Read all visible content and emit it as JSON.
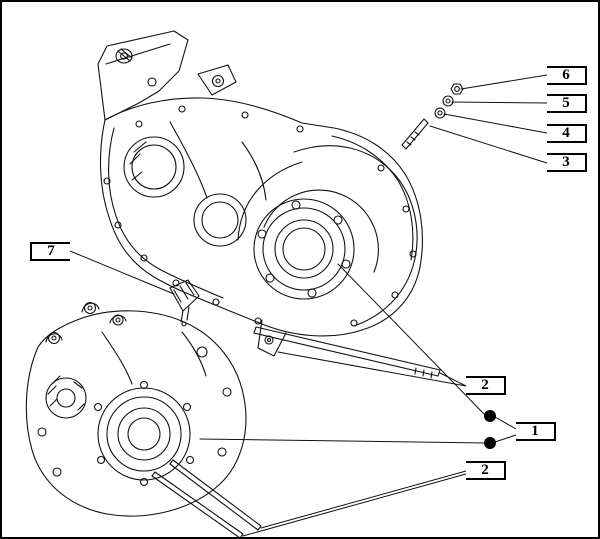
{
  "colors": {
    "background": "#ffffff",
    "line": "#111111",
    "fill_dot": "#000000"
  },
  "callouts": {
    "c6": {
      "label": "6"
    },
    "c5": {
      "label": "5"
    },
    "c4": {
      "label": "4"
    },
    "c3": {
      "label": "3"
    },
    "c7": {
      "label": "7"
    },
    "c2a": {
      "label": "2"
    },
    "c1": {
      "label": "1"
    },
    "c2b": {
      "label": "2"
    }
  }
}
